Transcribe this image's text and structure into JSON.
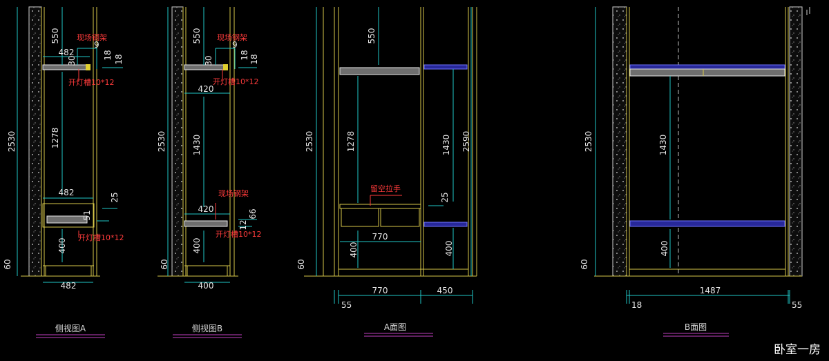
{
  "views": [
    {
      "caption": "侧视图A",
      "dims": {
        "top": "550",
        "width_top": "482",
        "d9": "9",
        "d30": "30",
        "d18a": "18",
        "d18b": "18",
        "mid": "1278",
        "width_mid": "482",
        "d25": "25",
        "d51": "51",
        "low": "400",
        "total": "2530",
        "base": "60",
        "width_bottom": "482"
      },
      "notes": {
        "steel": "现场钢架",
        "slot_top": "开灯槽10*12",
        "slot_bottom": "开灯槽10*12"
      }
    },
    {
      "caption": "侧视图B",
      "dims": {
        "top": "550",
        "d9": "9",
        "d30": "30",
        "d18a": "18",
        "d18b": "18",
        "width_upper": "420",
        "mid": "1430",
        "width_lower": "420",
        "d66": "66",
        "d12": "12",
        "low": "400",
        "total": "2530",
        "base": "60",
        "width_bottom": "400"
      },
      "notes": {
        "steel_top": "现场钢架",
        "slot_top": "开灯槽10*12",
        "steel_bottom": "现场钢架",
        "slot_bottom": "开灯槽10*12"
      }
    },
    {
      "caption": "A面图",
      "dims": {
        "top": "550",
        "left_mid": "1278",
        "right_mid": "1430",
        "total": "2530",
        "right_total": "2590",
        "d25": "25",
        "inner_width": "770",
        "left_low": "400",
        "right_low": "400",
        "base": "60",
        "bottom_left": "770",
        "bottom_right": "450",
        "edge": "55"
      },
      "notes": {
        "handle": "留空拉手"
      }
    },
    {
      "caption": "B面图",
      "dims": {
        "mid": "1430",
        "total": "2530",
        "low": "400",
        "base": "60",
        "width": "1487",
        "edge_left": "18",
        "edge_right": "55"
      }
    }
  ],
  "title": "卧室一房",
  "colors": {
    "background": "#000000",
    "frame": "#d9c94a",
    "dimension": "#20c8c8",
    "annotation": "#ff3b3b",
    "caption_line": "#c040c0",
    "rod": "#27289a"
  }
}
